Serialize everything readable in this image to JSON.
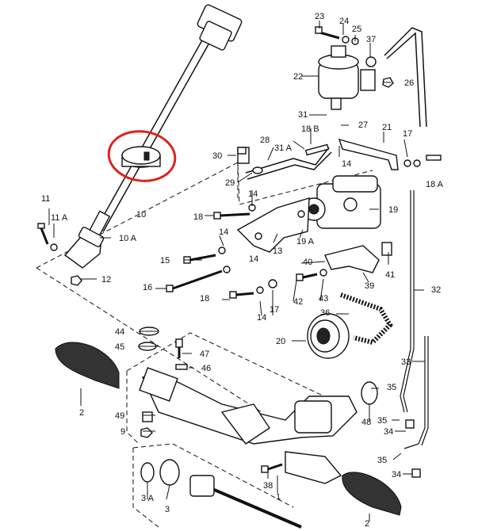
{
  "highlight": {
    "color": "#e0201b"
  },
  "labels": [
    {
      "id": "23",
      "text": "23"
    },
    {
      "id": "24",
      "text": "24"
    },
    {
      "id": "25",
      "text": "25"
    },
    {
      "id": "37",
      "text": "37"
    },
    {
      "id": "22",
      "text": "22"
    },
    {
      "id": "26",
      "text": "26"
    },
    {
      "id": "31",
      "text": "31"
    },
    {
      "id": "27",
      "text": "27"
    },
    {
      "id": "21",
      "text": "21"
    },
    {
      "id": "17a",
      "text": "17"
    },
    {
      "id": "18B",
      "text": "18 B"
    },
    {
      "id": "28",
      "text": "28"
    },
    {
      "id": "31A",
      "text": "31 A"
    },
    {
      "id": "30",
      "text": "30"
    },
    {
      "id": "14a",
      "text": "14"
    },
    {
      "id": "18A",
      "text": "18 A"
    },
    {
      "id": "29",
      "text": "29"
    },
    {
      "id": "14b",
      "text": "14"
    },
    {
      "id": "11",
      "text": "11"
    },
    {
      "id": "11A",
      "text": "11 A"
    },
    {
      "id": "10",
      "text": "10"
    },
    {
      "id": "18a",
      "text": "18"
    },
    {
      "id": "19",
      "text": "19"
    },
    {
      "id": "14c",
      "text": "14"
    },
    {
      "id": "13",
      "text": "13"
    },
    {
      "id": "19A",
      "text": "19 A"
    },
    {
      "id": "10A",
      "text": "10 A"
    },
    {
      "id": "15",
      "text": "15"
    },
    {
      "id": "14d",
      "text": "14"
    },
    {
      "id": "41",
      "text": "41"
    },
    {
      "id": "40",
      "text": "40"
    },
    {
      "id": "12",
      "text": "12"
    },
    {
      "id": "16",
      "text": "16"
    },
    {
      "id": "39",
      "text": "39"
    },
    {
      "id": "42",
      "text": "42"
    },
    {
      "id": "43",
      "text": "43"
    },
    {
      "id": "32",
      "text": "32"
    },
    {
      "id": "18b",
      "text": "18"
    },
    {
      "id": "14e",
      "text": "14"
    },
    {
      "id": "17b",
      "text": "17"
    },
    {
      "id": "36",
      "text": "36"
    },
    {
      "id": "44",
      "text": "44"
    },
    {
      "id": "45",
      "text": "45"
    },
    {
      "id": "20",
      "text": "20"
    },
    {
      "id": "47",
      "text": "47"
    },
    {
      "id": "46",
      "text": "46"
    },
    {
      "id": "33",
      "text": "33"
    },
    {
      "id": "2a",
      "text": "2"
    },
    {
      "id": "35a",
      "text": "35"
    },
    {
      "id": "49",
      "text": "49"
    },
    {
      "id": "48",
      "text": "48"
    },
    {
      "id": "35b",
      "text": "35"
    },
    {
      "id": "9",
      "text": "9"
    },
    {
      "id": "34a",
      "text": "34"
    },
    {
      "id": "3",
      "text": "3"
    },
    {
      "id": "35c",
      "text": "35"
    },
    {
      "id": "34b",
      "text": "34"
    },
    {
      "id": "38",
      "text": "38"
    },
    {
      "id": "1",
      "text": "1"
    },
    {
      "id": "3A",
      "text": "3 A"
    },
    {
      "id": "2b",
      "text": "2"
    }
  ]
}
